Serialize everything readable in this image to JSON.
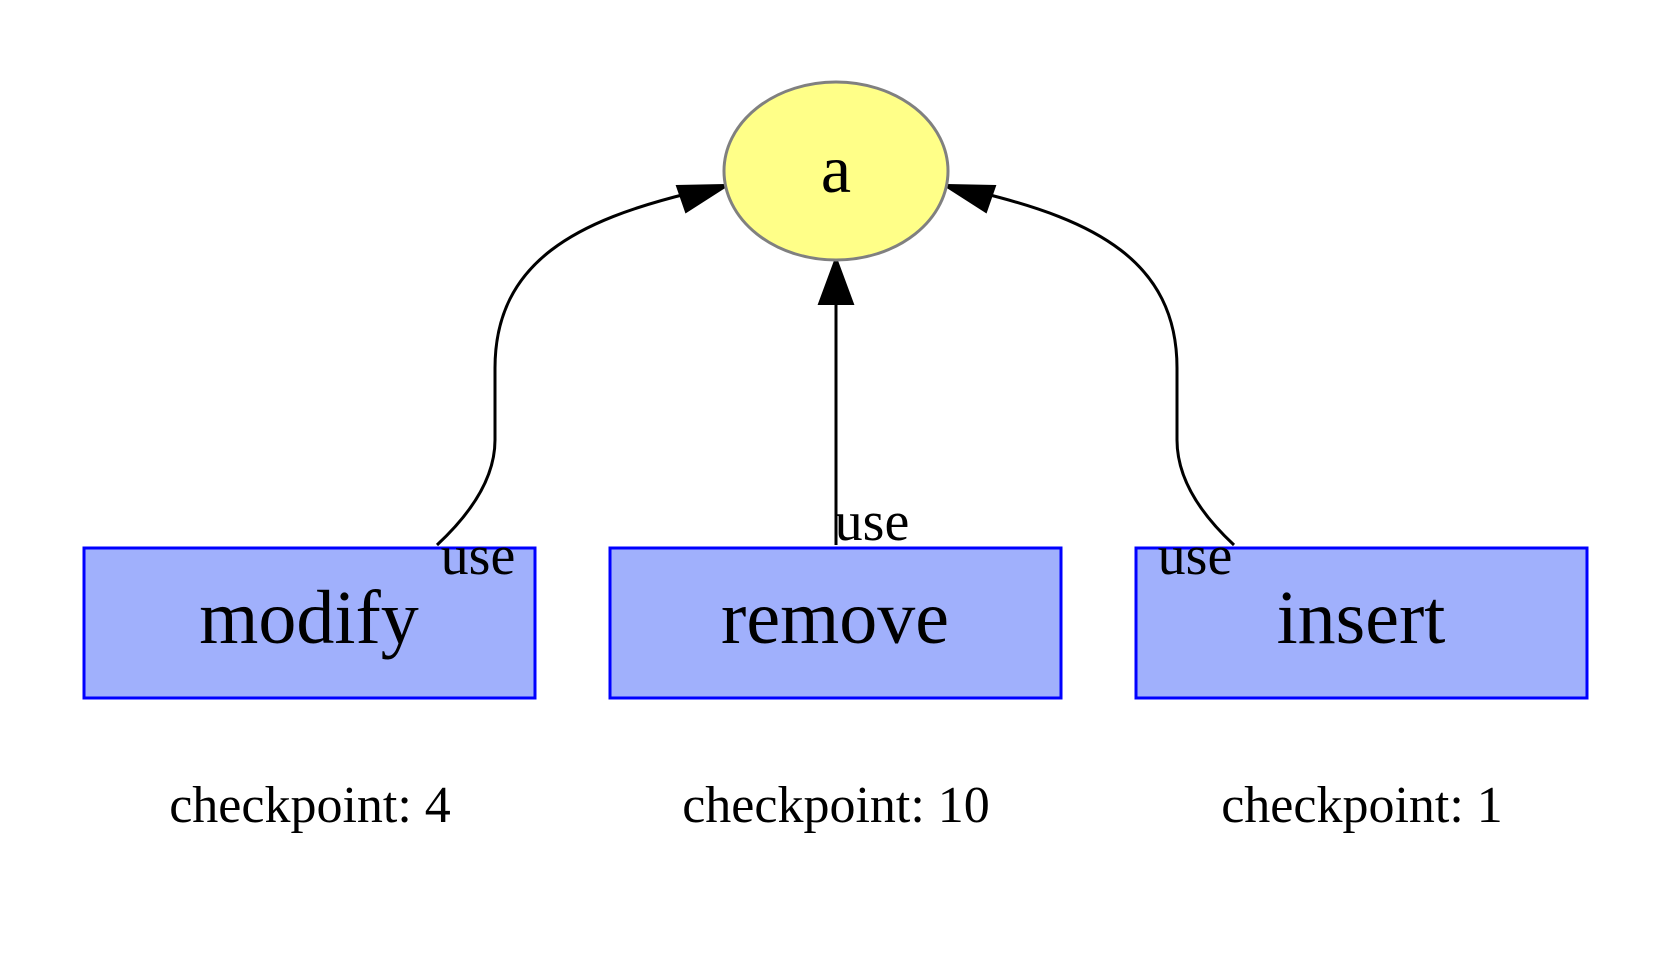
{
  "diagram": {
    "colors": {
      "center_fill": "#ffff88",
      "center_stroke": "#808080",
      "box_fill": "#a0b0fc",
      "box_stroke": "#0000ff",
      "edge": "#000000"
    },
    "center_node": {
      "label": "a",
      "shape": "ellipse"
    },
    "nodes": [
      {
        "label": "modify",
        "checkpoint": "checkpoint: 4",
        "edge_label": "use"
      },
      {
        "label": "remove",
        "checkpoint": "checkpoint: 10",
        "edge_label": "use"
      },
      {
        "label": "insert",
        "checkpoint": "checkpoint: 1",
        "edge_label": "use"
      }
    ]
  }
}
